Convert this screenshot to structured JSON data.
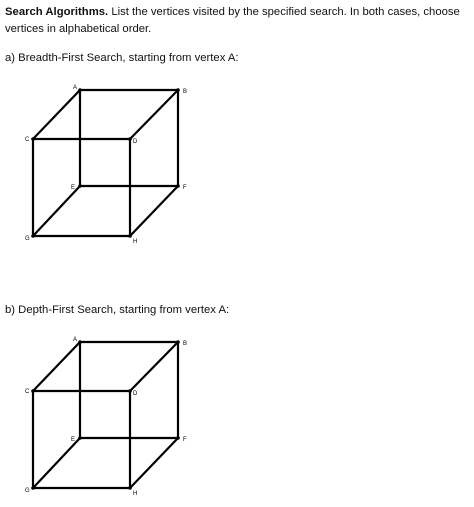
{
  "problem": {
    "title": "Search Algorithms.",
    "instructions": "List the vertices visited by the specified search. In both cases, choose vertices in alphabetical order."
  },
  "parts": [
    {
      "label": "a) Breadth-First Search, starting from vertex A:",
      "graph": {
        "vertices": [
          "A",
          "B",
          "C",
          "D",
          "E",
          "F",
          "G",
          "H"
        ],
        "edges": [
          [
            "A",
            "B"
          ],
          [
            "C",
            "D"
          ],
          [
            "E",
            "F"
          ],
          [
            "G",
            "H"
          ],
          [
            "A",
            "C"
          ],
          [
            "B",
            "D"
          ],
          [
            "E",
            "G"
          ],
          [
            "F",
            "H"
          ],
          [
            "A",
            "E"
          ],
          [
            "B",
            "F"
          ],
          [
            "C",
            "G"
          ],
          [
            "D",
            "H"
          ]
        ]
      }
    },
    {
      "label": "b) Depth-First Search, starting from vertex A:",
      "graph": {
        "vertices": [
          "A",
          "B",
          "C",
          "D",
          "E",
          "F",
          "G",
          "H"
        ],
        "edges": [
          [
            "A",
            "B"
          ],
          [
            "C",
            "D"
          ],
          [
            "E",
            "F"
          ],
          [
            "G",
            "H"
          ],
          [
            "A",
            "C"
          ],
          [
            "B",
            "D"
          ],
          [
            "E",
            "G"
          ],
          [
            "F",
            "H"
          ],
          [
            "A",
            "E"
          ],
          [
            "B",
            "F"
          ],
          [
            "C",
            "G"
          ],
          [
            "D",
            "H"
          ]
        ]
      }
    }
  ]
}
